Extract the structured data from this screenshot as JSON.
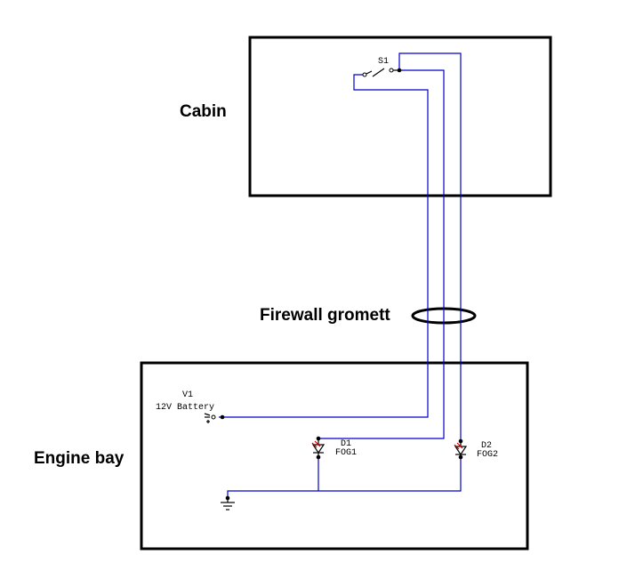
{
  "regions": {
    "cabin": "Cabin",
    "engine_bay": "Engine bay",
    "firewall": "Firewall gromett"
  },
  "components": {
    "switch": {
      "ref": "S1"
    },
    "battery": {
      "ref": "V1",
      "value": "12V Battery"
    },
    "lamp1": {
      "ref": "D1",
      "value": "FOG1"
    },
    "lamp2": {
      "ref": "D2",
      "value": "FOG2"
    }
  },
  "colors": {
    "wire": "#0000cc",
    "outline": "#000000",
    "lamp": "#cc0000"
  }
}
